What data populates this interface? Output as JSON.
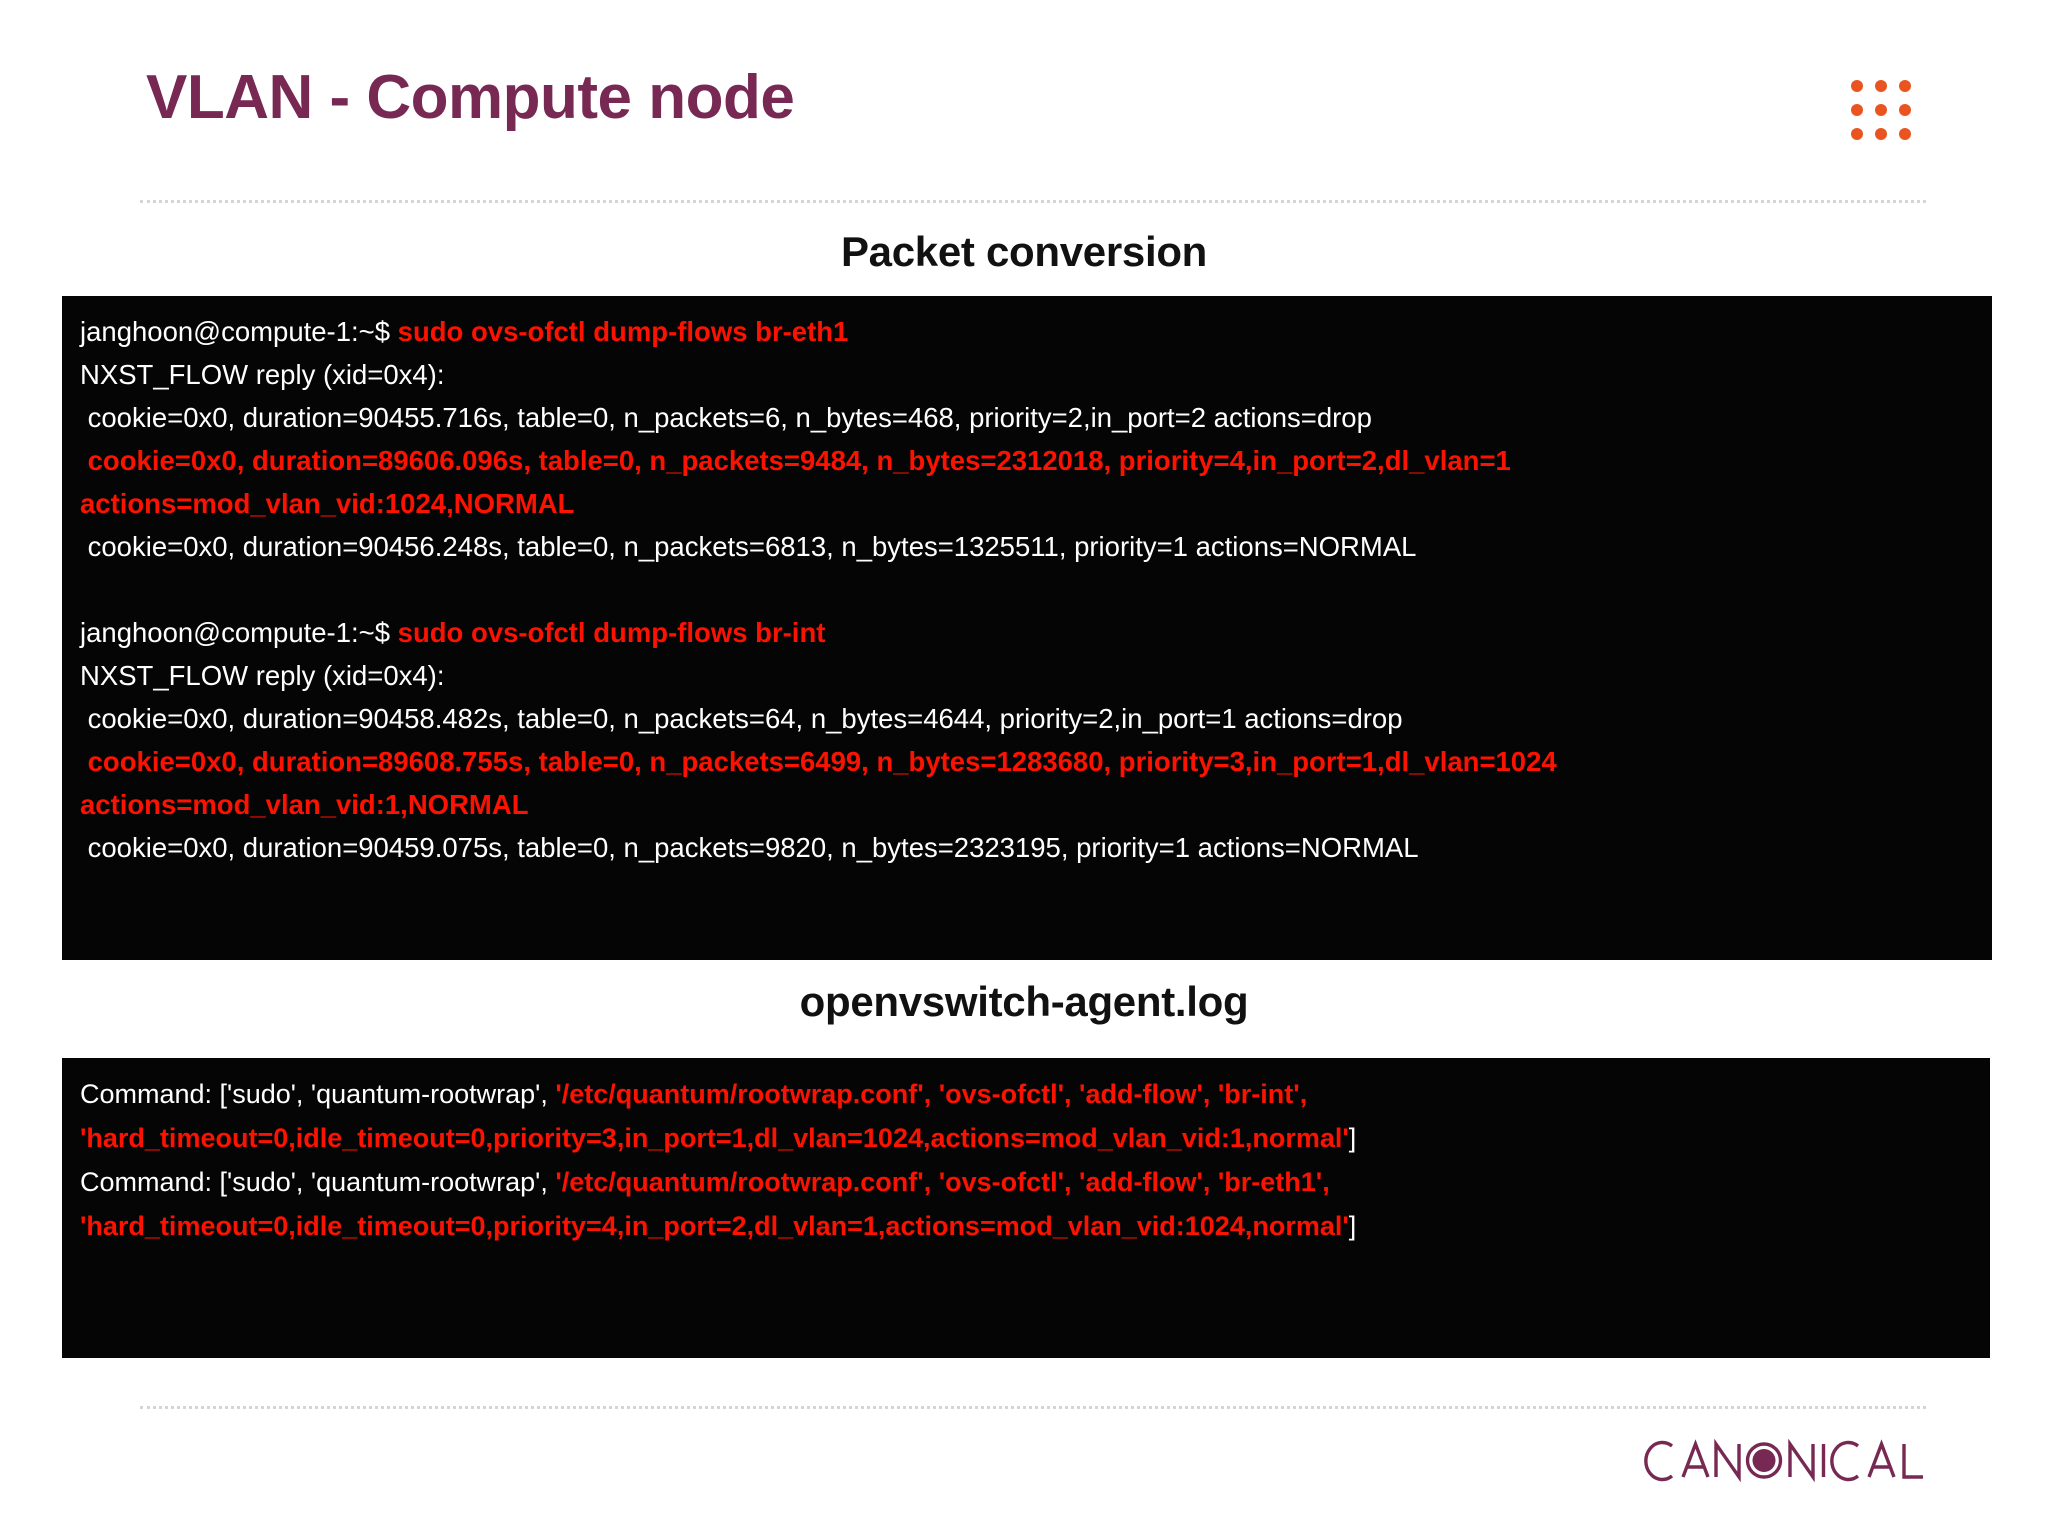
{
  "slide": {
    "title": "VLAN - Compute node",
    "brand_color": "#772953",
    "accent_color": "#E95420",
    "terminal_text_color": "#ffffff",
    "terminal_highlight_color": "#fc1200",
    "terminal_bg": "#050505"
  },
  "header": {
    "dot_grid_icon": "dot-grid-icon",
    "dot_count": 9
  },
  "sections": {
    "packet_conversion_heading": "Packet conversion",
    "openvswitch_log_heading": "openvswitch-agent.log"
  },
  "terminal_flows": {
    "lines": [
      {
        "id": "prompt-br-eth1",
        "segments": [
          {
            "text": "janghoon@compute-1:~$ ",
            "style": "white"
          },
          {
            "text": "sudo ovs-ofctl dump-flows br-eth1",
            "style": "red"
          }
        ]
      },
      {
        "id": "nxst-reply-1",
        "segments": [
          {
            "text": "NXST_FLOW reply (xid=0x4):",
            "style": "white"
          }
        ]
      },
      {
        "id": "flow-eth1-drop",
        "segments": [
          {
            "text": " cookie=0x0, duration=90455.716s, table=0, n_packets=6, n_bytes=468, priority=2,in_port=2 actions=drop",
            "style": "white"
          }
        ]
      },
      {
        "id": "flow-eth1-modvlan",
        "segments": [
          {
            "text": " cookie=0x0, duration=89606.096s, table=0, n_packets=9484, n_bytes=2312018, priority=4,in_port=2,dl_vlan=1 actions=mod_vlan_vid:1024,NORMAL",
            "style": "red"
          }
        ]
      },
      {
        "id": "flow-eth1-normal",
        "segments": [
          {
            "text": " cookie=0x0, duration=90456.248s, table=0, n_packets=6813, n_bytes=1325511, priority=1 actions=NORMAL",
            "style": "white"
          }
        ]
      },
      {
        "id": "spacer-1",
        "segments": []
      },
      {
        "id": "prompt-br-int",
        "segments": [
          {
            "text": "janghoon@compute-1:~$ ",
            "style": "white"
          },
          {
            "text": "sudo ovs-ofctl dump-flows br-int",
            "style": "red"
          }
        ]
      },
      {
        "id": "nxst-reply-2",
        "segments": [
          {
            "text": "NXST_FLOW reply (xid=0x4):",
            "style": "white"
          }
        ]
      },
      {
        "id": "flow-int-drop",
        "segments": [
          {
            "text": " cookie=0x0, duration=90458.482s, table=0, n_packets=64, n_bytes=4644, priority=2,in_port=1 actions=drop",
            "style": "white"
          }
        ]
      },
      {
        "id": "flow-int-modvlan",
        "segments": [
          {
            "text": " cookie=0x0, duration=89608.755s, table=0, n_packets=6499, n_bytes=1283680, priority=3,in_port=1,dl_vlan=1024 actions=mod_vlan_vid:1,NORMAL",
            "style": "red"
          }
        ]
      },
      {
        "id": "flow-int-normal",
        "segments": [
          {
            "text": " cookie=0x0, duration=90459.075s, table=0, n_packets=9820, n_bytes=2323195, priority=1 actions=NORMAL",
            "style": "white"
          }
        ]
      }
    ]
  },
  "terminal_log": {
    "lines": [
      {
        "id": "log-command-br-int",
        "segments": [
          {
            "text": "Command: ['sudo', 'quantum-rootwrap', ",
            "style": "white"
          },
          {
            "text": "'/etc/quantum/rootwrap.conf', 'ovs-ofctl', 'add-flow', 'br-int', 'hard_timeout=0,idle_timeout=0,priority=3,in_port=1,dl_vlan=1024,actions=mod_vlan_vid:1,normal'",
            "style": "red"
          },
          {
            "text": "]",
            "style": "white"
          }
        ]
      },
      {
        "id": "log-command-br-eth1",
        "segments": [
          {
            "text": "Command: ['sudo', 'quantum-rootwrap', ",
            "style": "white"
          },
          {
            "text": "'/etc/quantum/rootwrap.conf', 'ovs-ofctl', 'add-flow', 'br-eth1', 'hard_timeout=0,idle_timeout=0,priority=4,in_port=2,dl_vlan=1,actions=mod_vlan_vid:1024,normal'",
            "style": "red"
          },
          {
            "text": "]",
            "style": "white"
          }
        ]
      }
    ]
  },
  "footer": {
    "logo_text": "CANONICAL"
  }
}
